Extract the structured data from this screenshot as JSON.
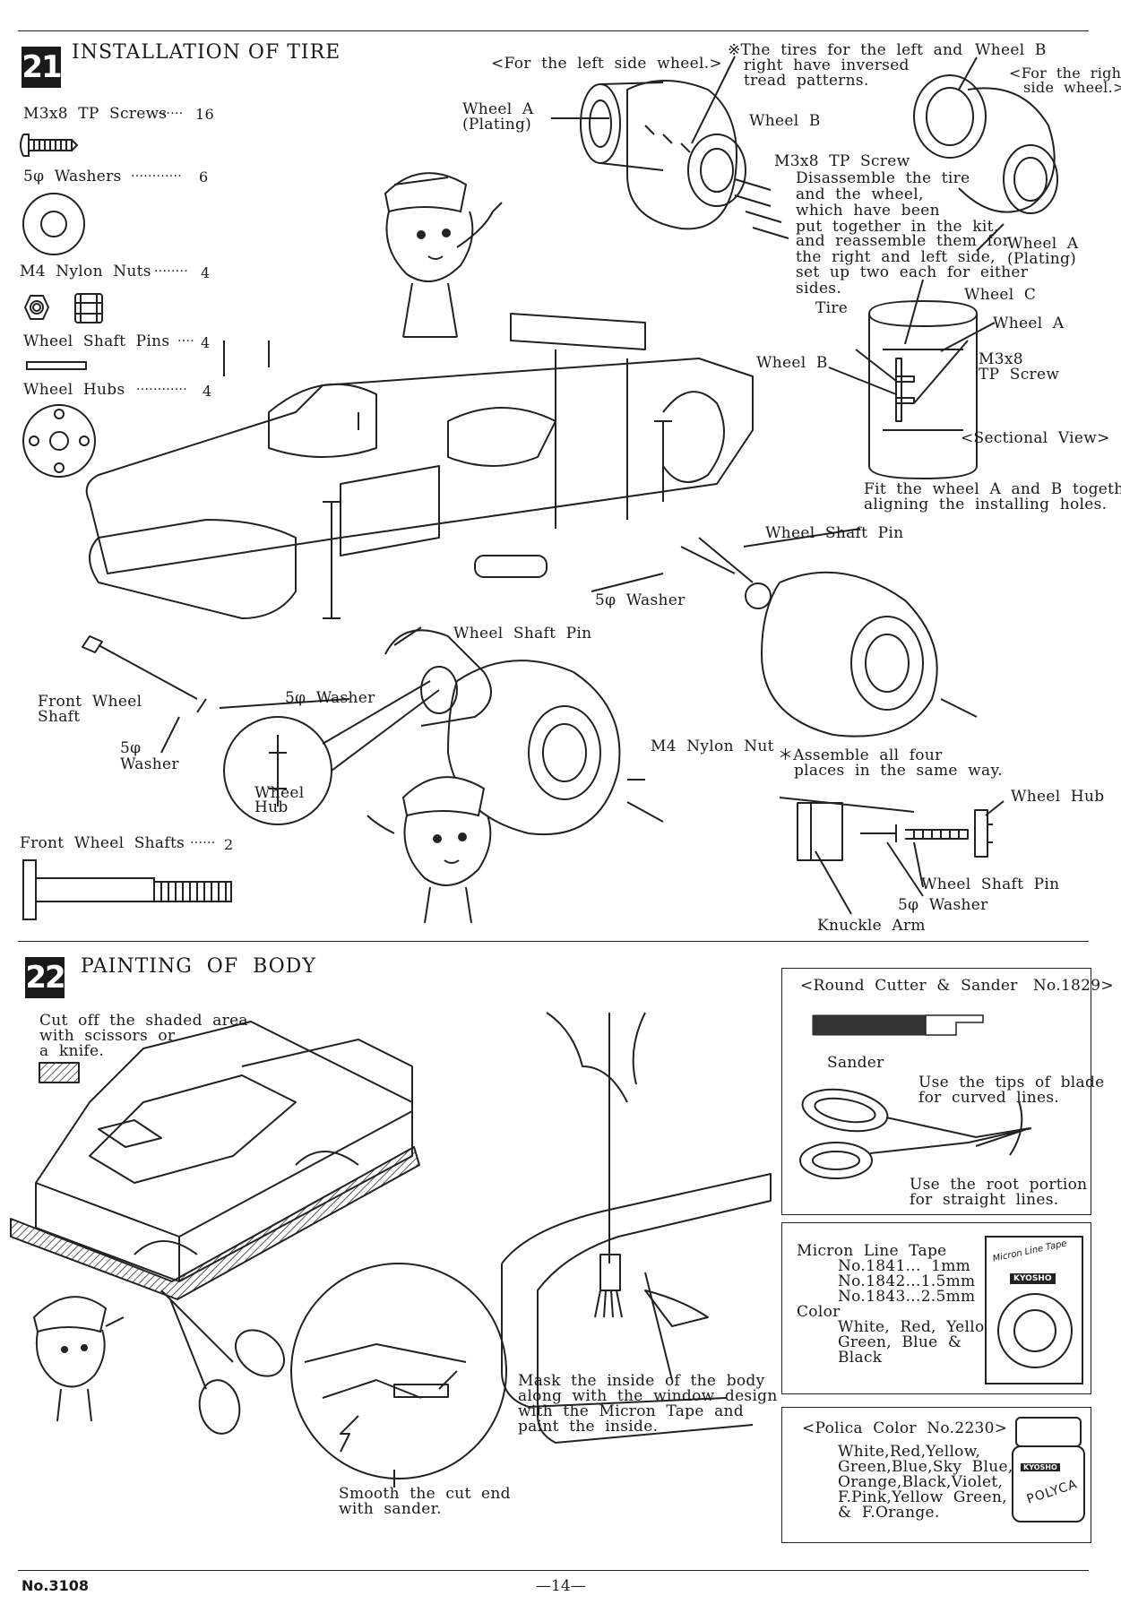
{
  "step21": {
    "number": "21",
    "title": "INSTALLATION OF TIRE",
    "parts": [
      {
        "name": "M3x8  TP  Screws",
        "dots": "······",
        "qty": "16"
      },
      {
        "name": "5φ  Washers",
        "dots": "············",
        "qty": "6"
      },
      {
        "name": "M4  Nylon  Nuts",
        "dots": "········",
        "qty": "4"
      },
      {
        "name": "Wheel  Shaft  Pins",
        "dots": "····",
        "qty": "4"
      },
      {
        "name": "Wheel  Hubs",
        "dots": "············",
        "qty": "4"
      },
      {
        "name": "Front  Wheel  Shafts",
        "dots": "······",
        "qty": "2"
      }
    ],
    "labels": {
      "left_wheel": "<For  the  left  side  wheel.>",
      "right_wheel_1": "<For  the  righ",
      "right_wheel_2": "side  wheel.>",
      "note_1": "※The  tires  for  the  left  and",
      "note_2": "right  have  inversed",
      "note_3": "tread  patterns.",
      "wheel_a": "Wheel  A",
      "plating": "(Plating)",
      "wheel_b": "Wheel  B",
      "wheel_b_top": "Wheel  B",
      "m3x8_tp_screw": "M3x8  TP  Screw",
      "disassemble": [
        "Disassemble  the  tire",
        "and  the  wheel,",
        "which  have  been",
        "put  together  in  the  kit,",
        "and  reassemble  them  for",
        "the  right  and  left  side,",
        "set  up  two  each  for  either",
        "sides."
      ],
      "wheel_a_right": "Wheel  A",
      "plating_right": "(Plating)",
      "tire": "Tire",
      "wheel_c": "Wheel  C",
      "wheel_a_sec": "Wheel  A",
      "wheel_b_sec": "Wheel  B",
      "m3x8_sec": "M3x8",
      "tp_screw_sec": "TP  Screw",
      "sectional_view": "<Sectional  View>",
      "fit_1": "Fit  the  wheel  A  and  B  together",
      "fit_2": "aligning  the  installing  holes.",
      "wheel_shaft_pin_1": "Wheel  Shaft  Pin",
      "washer_1": "5φ  Washer",
      "wheel_shaft_pin_2": "Wheel  Shaft  Pin",
      "front_wheel_shaft_1": "Front  Wheel",
      "front_wheel_shaft_2": "Shaft",
      "washer_2": "5φ  Washer",
      "washer_3a": "5φ",
      "washer_3b": "Washer",
      "wheel_hub_1": "Wheel",
      "wheel_hub_2": "Hub",
      "m4_nylon_nut": "M4  Nylon  Nut",
      "assemble_1": "＊Assemble  all  four",
      "assemble_2": "places  in  the  same  way.",
      "wheel_hub_detail": "Wheel  Hub",
      "wheel_shaft_pin_detail": "Wheel  Shaft  Pin",
      "washer_detail": "5φ  Washer",
      "knuckle_arm": "Knuckle  Arm"
    }
  },
  "step22": {
    "number": "22",
    "title": "PAINTING  OF  BODY",
    "cut_note": [
      "Cut  off  the  shaded  area",
      "with  scissors  or",
      "a  knife."
    ],
    "smooth_note": [
      "Smooth  the  cut  end",
      "with  sander."
    ],
    "mask_note": [
      "Mask  the  inside  of  the  body",
      "along  with  the  window  design",
      "with  the  Micron  Tape  and",
      "paint  the  inside."
    ],
    "cutter_box": {
      "title": "<Round  Cutter  &  Sander   No.1829>",
      "sander": "Sander",
      "tips_1": "Use  the  tips  of  blade",
      "tips_2": "for  curved  lines.",
      "root_1": "Use  the  root  portion",
      "root_2": "for  straight  lines."
    },
    "tape_box": {
      "title": "Micron  Line  Tape",
      "items": [
        "No.1841...  1mm",
        "No.1842...1.5mm",
        "No.1843...2.5mm"
      ],
      "color_label": "Color",
      "colors": [
        "White,  Red,  Yellow",
        "Green,  Blue  &",
        "Black"
      ],
      "package_label": "Micron Line Tape",
      "brand": "KYOSHO"
    },
    "paint_box": {
      "title": "<Polica  Color  No.2230>",
      "colors": [
        "White,Red,Yellow,",
        "Green,Blue,Sky  Blue,",
        "Orange,Black,Violet,",
        "F.Pink,Yellow  Green,",
        "&  F.Orange."
      ],
      "jar_label": "POLYCA",
      "jar_brand": "KYOSHO"
    }
  },
  "footer": {
    "model_no": "No.3108",
    "page": "—14—"
  }
}
